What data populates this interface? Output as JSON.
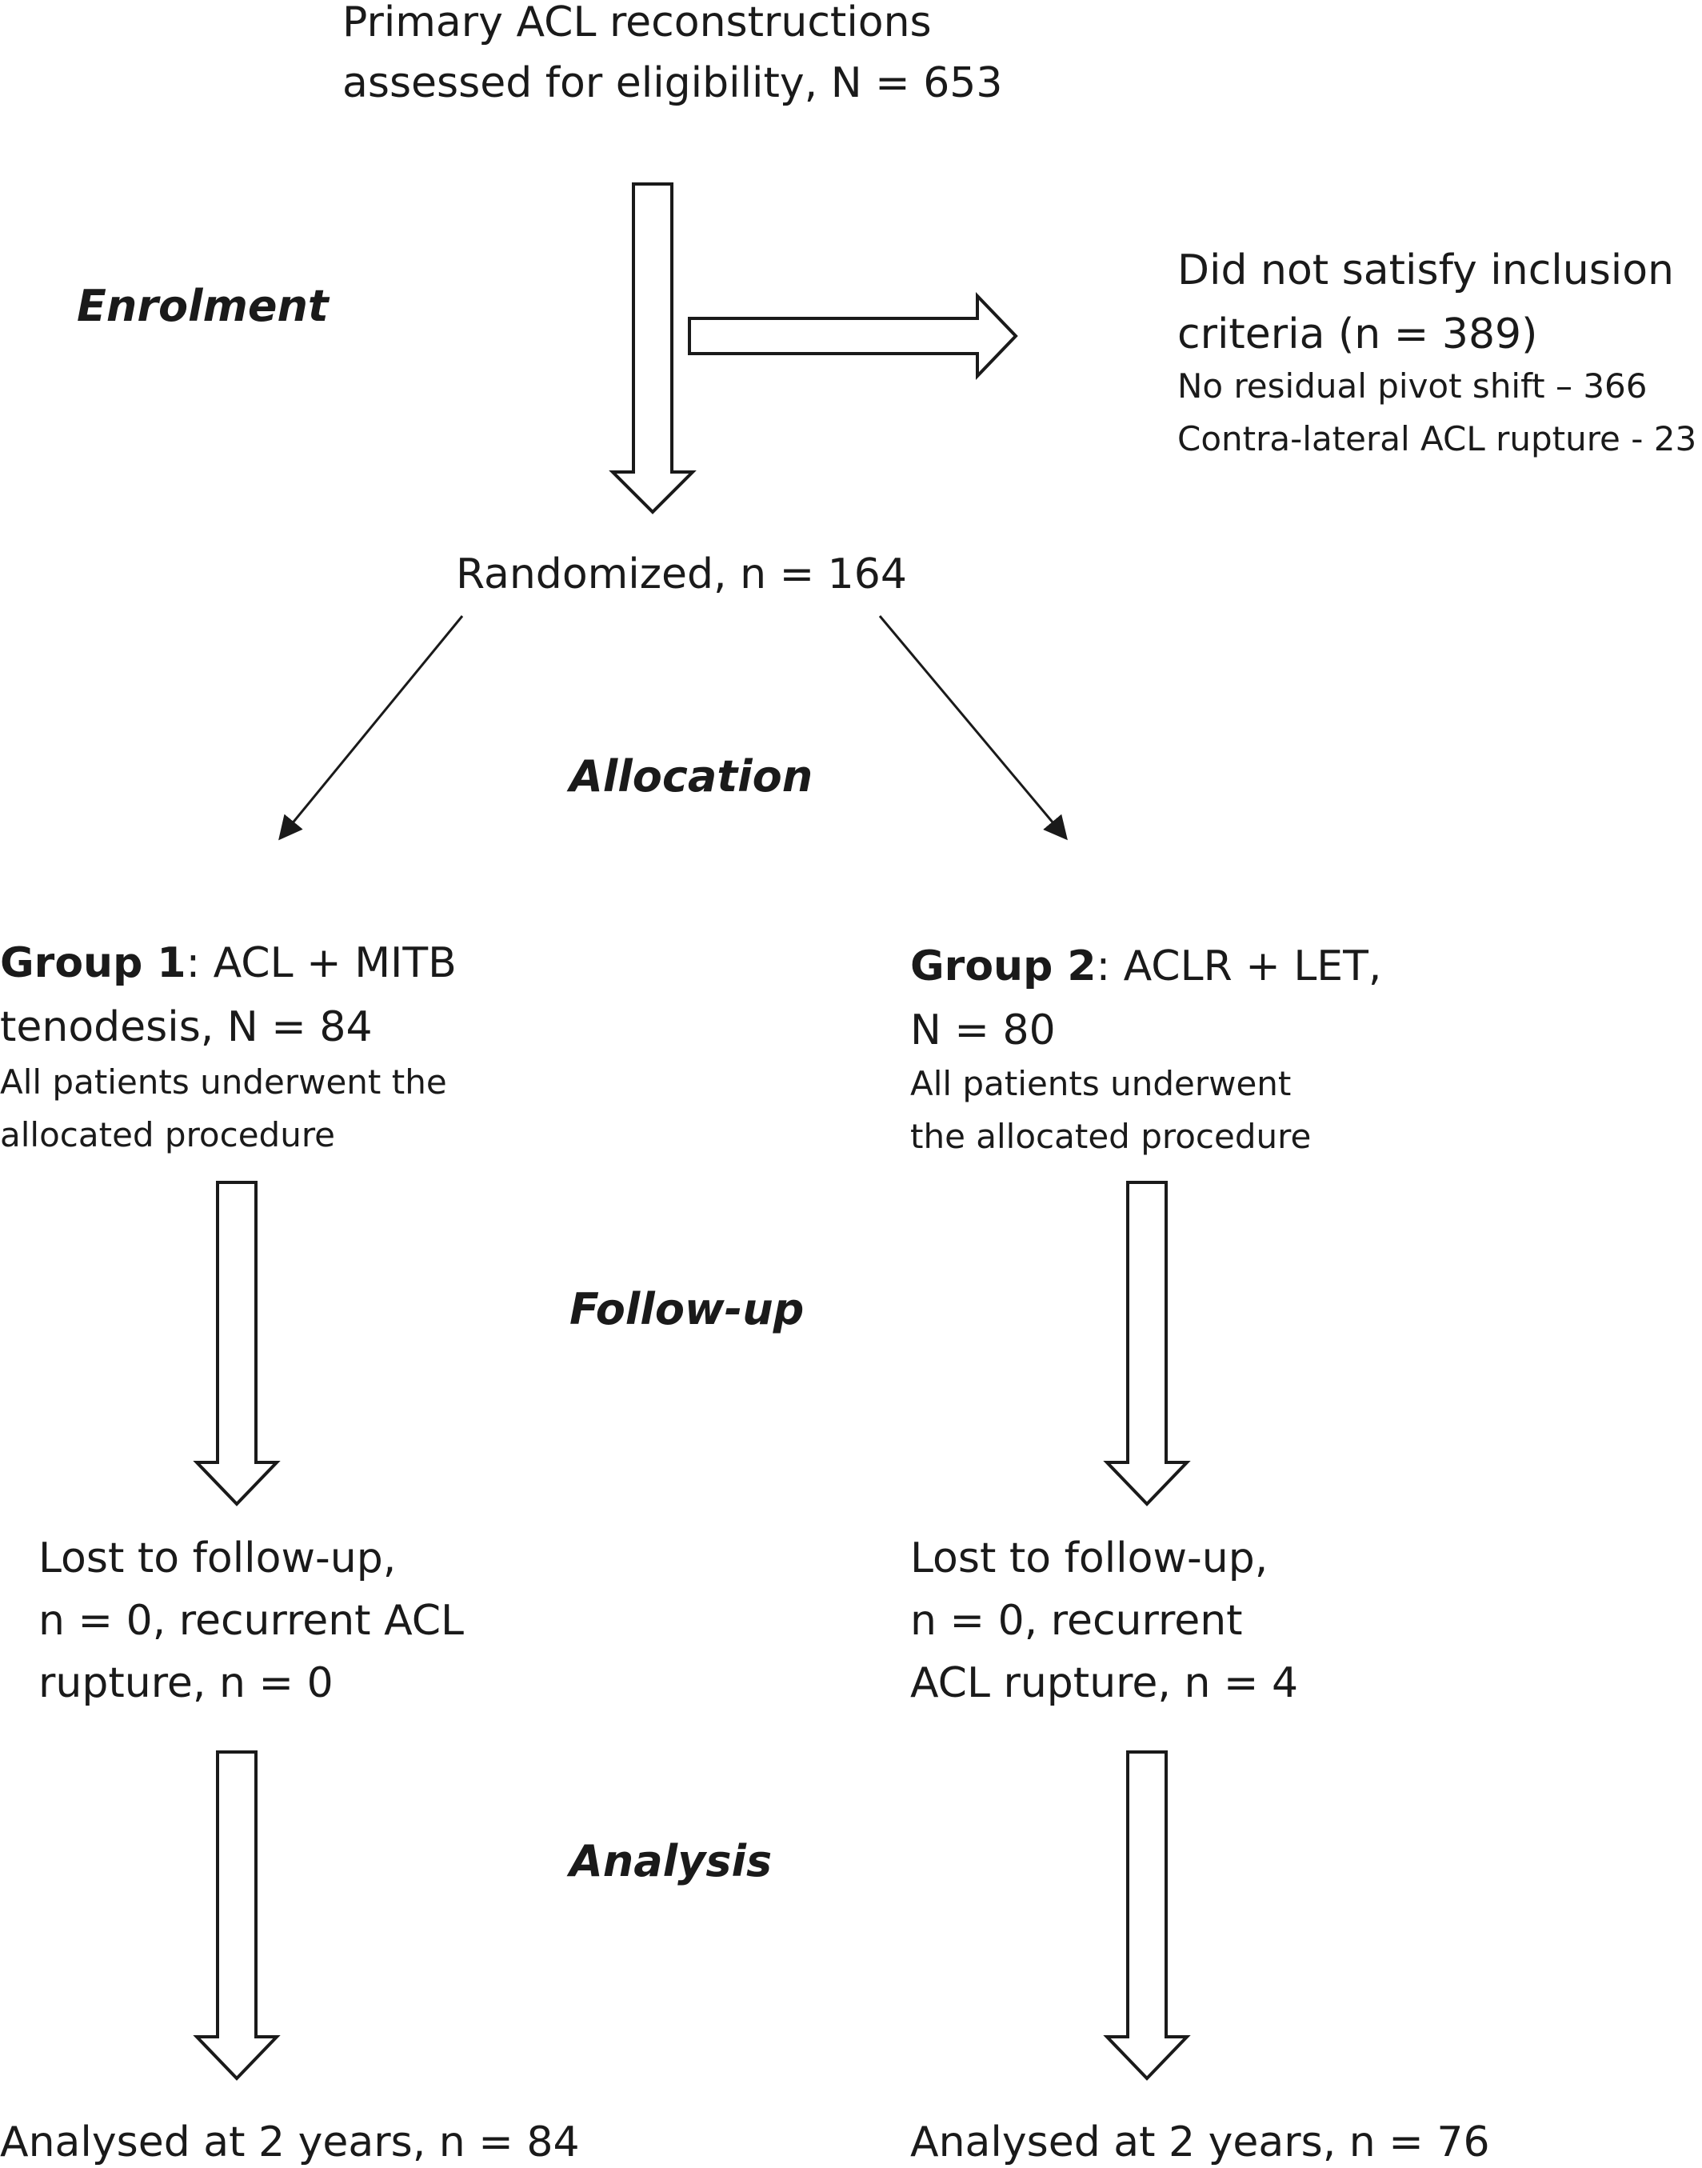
{
  "eligibility": {
    "line1": "Primary ACL reconstructions",
    "line2": "assessed for eligibility, N = 653"
  },
  "stages": {
    "enrolment": "Enrolment",
    "allocation": "Allocation",
    "follow_up": "Follow-up",
    "analysis": "Analysis"
  },
  "excluded": {
    "line1": "Did not satisfy inclusion",
    "line2": "criteria (n = 389)",
    "reason1": "No residual pivot shift – 366",
    "reason2": "Contra-lateral ACL rupture - 23"
  },
  "randomized": "Randomized, n = 164",
  "group1": {
    "name": "Group 1",
    "desc1": ": ACL + MITB",
    "desc2": "tenodesis, N = 84",
    "note1": "All patients underwent the",
    "note2": "allocated procedure",
    "followup1": "Lost to follow-up,",
    "followup2": "n = 0, recurrent ACL",
    "followup3": "rupture, n = 0",
    "analysed": "Analysed at 2 years, n = 84"
  },
  "group2": {
    "name": "Group 2",
    "desc1": ":  ACLR + LET,",
    "desc2": "N = 80",
    "note1": "All patients underwent",
    "note2": "the allocated procedure",
    "followup1": "Lost to follow-up,",
    "followup2": "n = 0, recurrent",
    "followup3": "ACL rupture, n = 4",
    "analysed": "Analysed at 2 years, n = 76"
  }
}
